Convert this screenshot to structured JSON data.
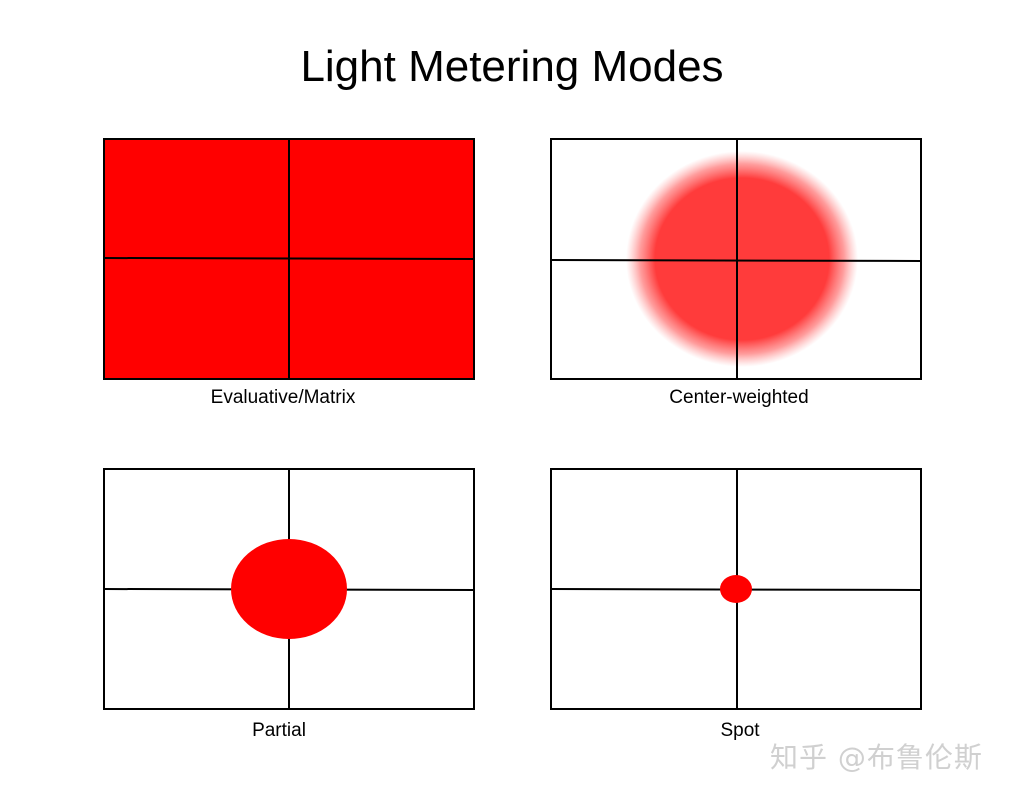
{
  "title": "Light Metering Modes",
  "colors": {
    "metered_area": "#ff0000",
    "frame": "#000000",
    "background": "#ffffff"
  },
  "panels": [
    {
      "label": "Evaluative/Matrix",
      "coverage": "full-frame"
    },
    {
      "label": "Center-weighted",
      "coverage": "soft-center"
    },
    {
      "label": "Partial",
      "coverage": "medium-center"
    },
    {
      "label": "Spot",
      "coverage": "small-center"
    }
  ],
  "watermark": "知乎 @布鲁伦斯"
}
